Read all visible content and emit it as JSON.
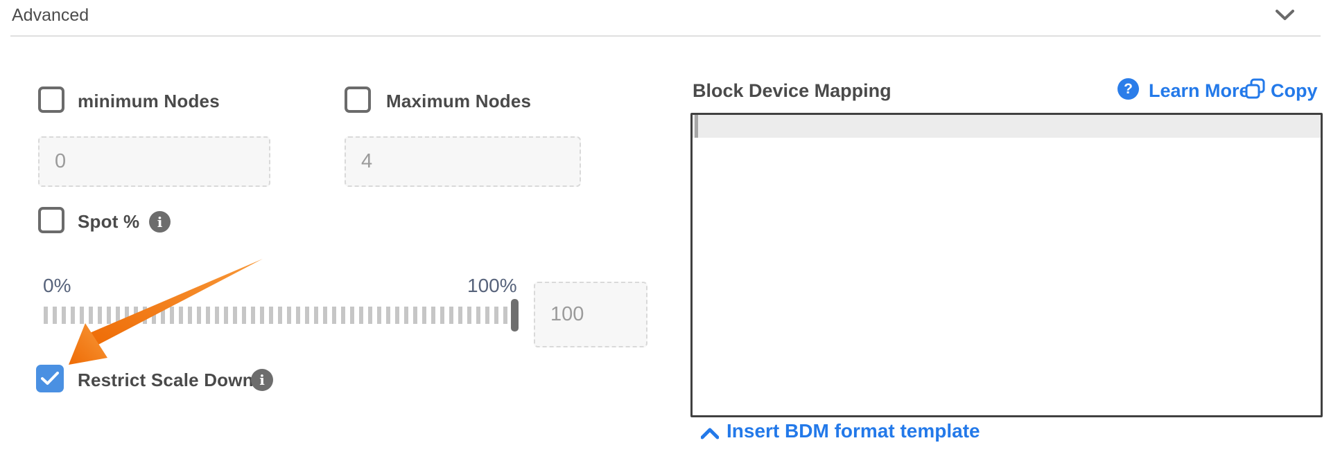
{
  "panel": {
    "title": "Advanced",
    "collapse_icon": "chevron-down-icon"
  },
  "form": {
    "minimum_nodes": {
      "label": "minimum Nodes",
      "checked": false,
      "value": "0"
    },
    "maximum_nodes": {
      "label": "Maximum Nodes",
      "checked": false,
      "value": "4"
    },
    "spot_percentage": {
      "label": "Spot %",
      "checked": false,
      "info_glyph": "i"
    },
    "spot_slider": {
      "min_label": "0%",
      "max_label": "100%",
      "value": "100",
      "position_percent": 100
    },
    "restrict_scale_down": {
      "label": "Restrict Scale Down",
      "checked": true,
      "info_glyph": "i"
    }
  },
  "bdm": {
    "title": "Block Device Mapping",
    "help_glyph": "?",
    "learn_more_label": "Learn More",
    "copy_label": "Copy",
    "editor_value": "",
    "insert_template_label": "Insert BDM format template"
  },
  "annotations": {
    "arrow": {
      "shape": "tapered-arrow",
      "points_at": "restrict-scale-down-checkbox",
      "color": "#f0720d"
    }
  },
  "colors": {
    "checkbox_checked": "#4a90e2",
    "link_blue": "#2379e9",
    "label_gray": "#4a4a4a",
    "slider_label": "#57637b",
    "arrow_orange": "#f0720d",
    "editor_border": "#404040",
    "active_line": "#ececec"
  }
}
